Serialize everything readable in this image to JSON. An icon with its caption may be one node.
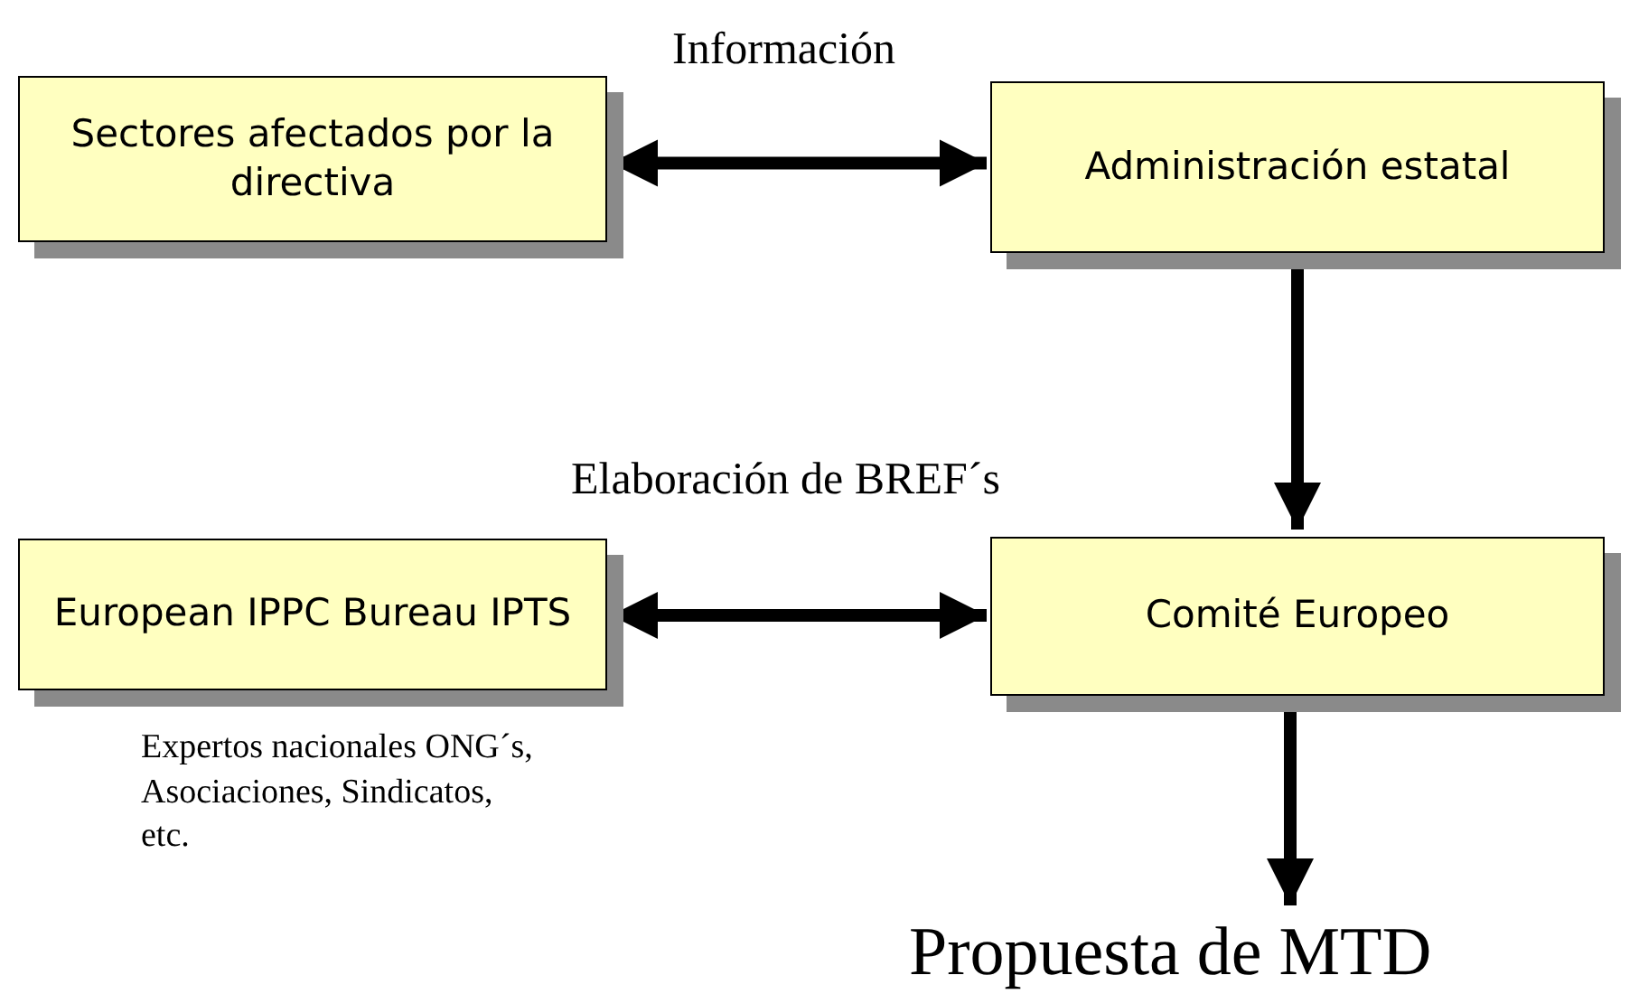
{
  "diagram": {
    "nodes": [
      {
        "text": [
          "Sectores afectados por la directiva"
        ]
      },
      {
        "text": [
          "Administración estatal"
        ]
      },
      {
        "text": [
          "European IPPC Bureau IPTS"
        ],
        "beside": [
          "Expertos nacionales ONG´s, Asociaciones, Sindicatos, etc."
        ]
      },
      {
        "text": [
          "Comité Europeo"
        ]
      },
      {
        "text": [
          "Propuesta de MTD"
        ]
      }
    ],
    "edges": [
      {
        "from": 0,
        "to": 1,
        "arrow": "both",
        "label": "Información"
      },
      {
        "from": 1,
        "to": 3,
        "arrow": "to"
      },
      {
        "from": 2,
        "to": 3,
        "arrow": "both",
        "label": "Elaboración de BREF´s"
      },
      {
        "from": 3,
        "to": 4,
        "arrow": "to"
      }
    ]
  }
}
